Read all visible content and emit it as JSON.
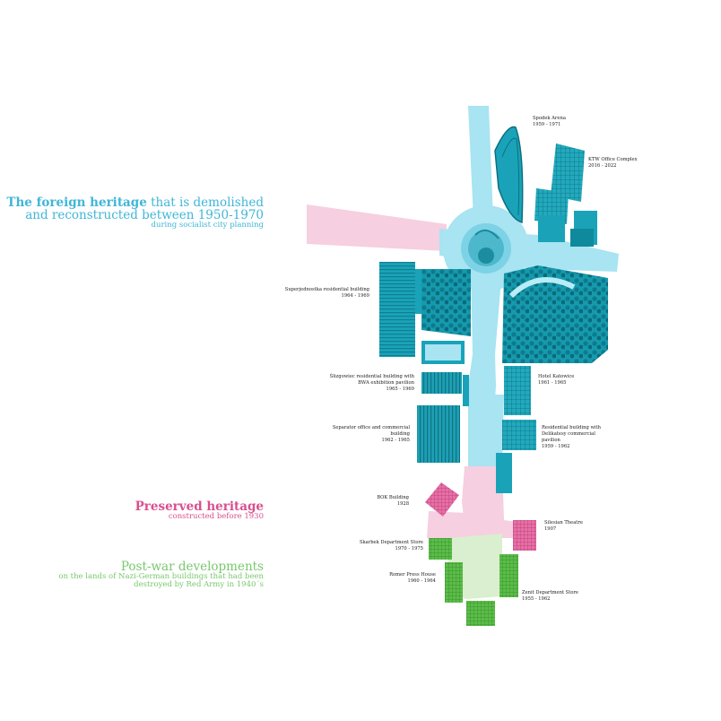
{
  "legend": {
    "foreign": {
      "bold": "The foreign heritage",
      "rest": " that is demolished",
      "line2": "and reconstructed between 1950-1970",
      "line3": "during socialist city planning"
    },
    "preserved": {
      "line1": "Preserved heritage",
      "line2": "constructed before 1930"
    },
    "postwar": {
      "line1": "Post-war developments",
      "line2": "on the lands of Nazi-German buildings that had been",
      "line3": "destroyed by Red Army in 1940´s"
    }
  },
  "buildings": {
    "spodek": {
      "name": "Spodek Arena",
      "years": "1959 - 1971"
    },
    "ktw": {
      "name": "KTW Office Complex",
      "years": "2016 - 2022"
    },
    "superjednostka": {
      "name": "Superjednostka residential building",
      "years": "1964 - 1969"
    },
    "sluzowiec": {
      "name": "Ślizgowiec residential building with",
      "name2": "BWA exhibition pavilion",
      "years": "1965 - 1969"
    },
    "hotel": {
      "name": "Hotel Katowice",
      "years": "1961 - 1965"
    },
    "separator": {
      "name": "Separator office and commercial",
      "name2": "building",
      "years": "1962 - 1965"
    },
    "delikatesy": {
      "name": "Residential building with",
      "name2": "Delikatesy commercial",
      "name3": "pavilion",
      "years": "1959 - 1962"
    },
    "bok": {
      "name": "BOK Building",
      "years": "1928"
    },
    "silesian": {
      "name": "Silesian Theatre",
      "years": "1907"
    },
    "skarbek": {
      "name": "Skarbek Department Store",
      "years": "1970 - 1975"
    },
    "romer": {
      "name": "Romer Press House",
      "years": "1960 - 1964"
    },
    "zenit": {
      "name": "Zenit Department Store",
      "years": "1955 - 1962"
    }
  },
  "colors": {
    "foreign": "#1aa3b8",
    "foreign_light": "#a8e4f2",
    "preserved": "#e0609a",
    "preserved_light": "#f6cfe0",
    "postwar": "#4caf3c",
    "postwar_light": "#d9efcf"
  }
}
